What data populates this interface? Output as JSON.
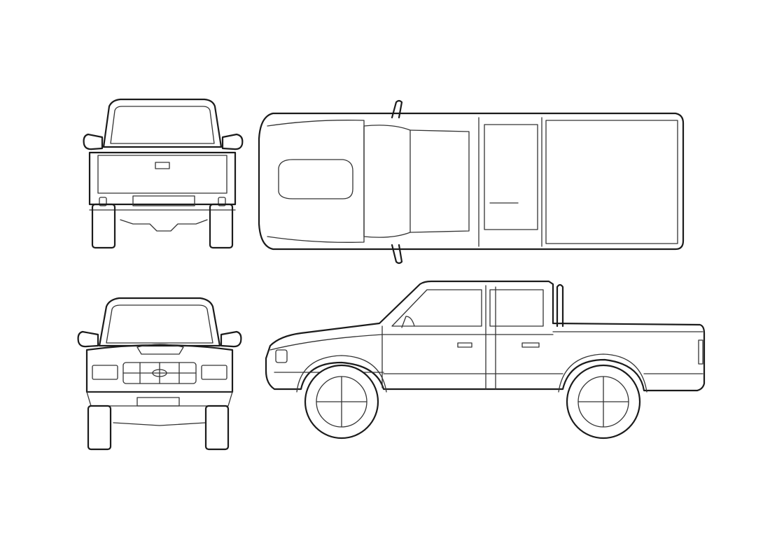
{
  "colors": {
    "background": "#ffffff",
    "line": "#1b1b1b",
    "fine_line": "#333333"
  },
  "views": [
    {
      "id": "rear",
      "label": ""
    },
    {
      "id": "top",
      "label": ""
    },
    {
      "id": "front",
      "label": ""
    },
    {
      "id": "side",
      "label": ""
    }
  ]
}
